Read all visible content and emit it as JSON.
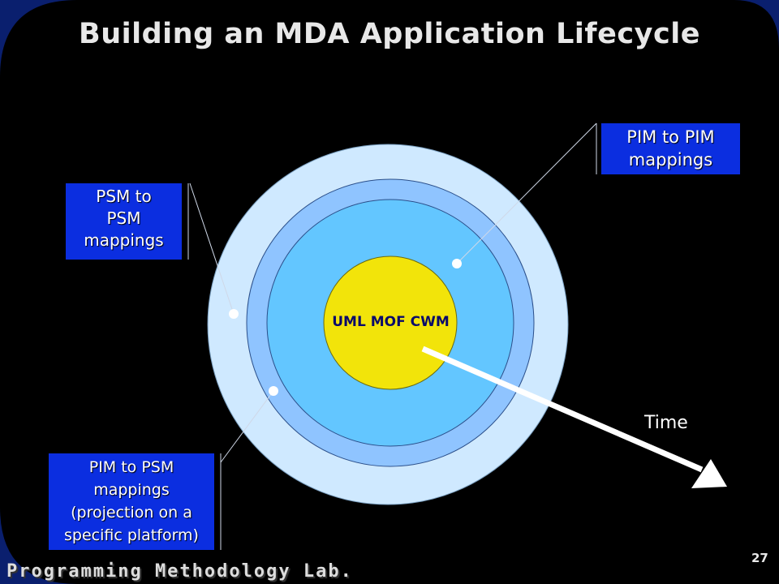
{
  "slide": {
    "title": "Building an MDA Application Lifecycle",
    "footer": "Programming Methodology Lab.",
    "page_number": "27"
  },
  "diagram": {
    "core_label": "UML MOF CWM",
    "time_label": "Time",
    "callouts": {
      "psm_to_psm": [
        "PSM to",
        "PSM",
        "mappings"
      ],
      "pim_to_pim": [
        "PIM to PIM",
        "mappings"
      ],
      "pim_to_psm": [
        "PIM to PSM",
        "mappings",
        "(projection on a",
        "specific platform)"
      ]
    },
    "colors": {
      "background_frame": "#0a1f6e",
      "panel": "#000000",
      "outer_ring": "#cfe9ff",
      "middle_ring": "#8fc4ff",
      "inner_ring": "#63c6ff",
      "core": "#f2e40a",
      "callout_box": "#0b2ee0"
    }
  }
}
